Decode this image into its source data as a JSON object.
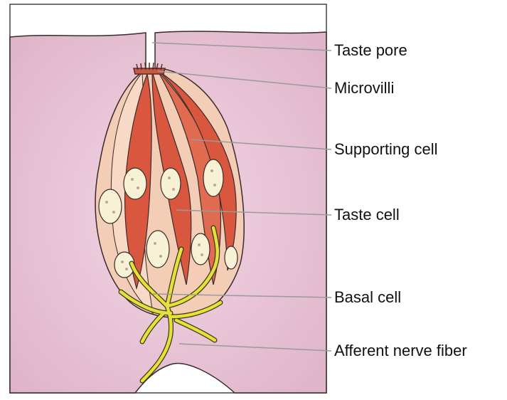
{
  "labels": {
    "taste_pore": "Taste pore",
    "microvilli": "Microvilli",
    "supporting_cell": "Supporting cell",
    "taste_cell": "Taste cell",
    "basal_cell": "Basal cell",
    "afferent_nerve_fiber": "Afferent nerve fiber"
  },
  "colors": {
    "epithelium": "#e9c6d8",
    "bud_outer": "#f3cdb5",
    "taste_cell_red": "#d9573f",
    "nucleus": "#f7f1d6",
    "nerve": "#e6e13a",
    "outline": "#3a2a2a",
    "leader_line": "#9a9a9a"
  }
}
